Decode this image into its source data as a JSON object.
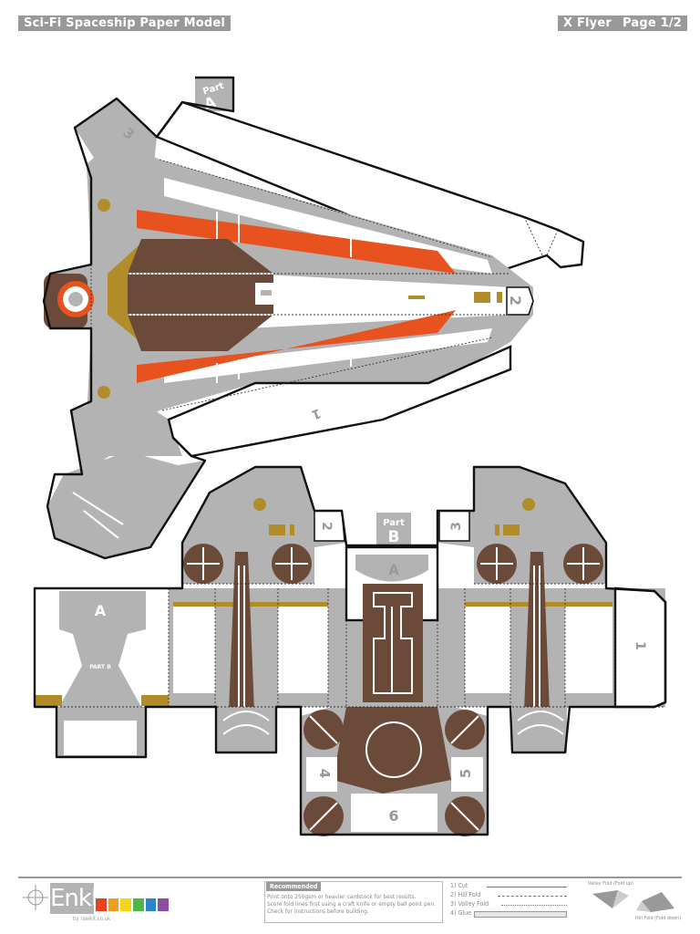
{
  "header": {
    "title": "Sci-Fi Spaceship Paper Model",
    "model": "X Flyer",
    "page": "Page 1/2"
  },
  "parts": {
    "part_a": {
      "tab_label": "Part",
      "tab_letter": "A"
    },
    "part_b": {
      "tab_label": "Part",
      "tab_letter": "B"
    },
    "numbers": [
      "1",
      "2",
      "3",
      "4",
      "5",
      "6"
    ],
    "letter_a": "A",
    "small_text": "PART B"
  },
  "footer": {
    "logo": "Enkl",
    "byline": "by rawkit.co.uk",
    "recommended_heading": "Recommended",
    "recommended_lines": [
      "Print onto 250gsm or heavier cardstock for best results.",
      "Score fold lines first using a craft knife or empty ball point pen.",
      "Check for instructions before building."
    ],
    "key": [
      {
        "label": "1) Cut",
        "style": "solid"
      },
      {
        "label": "2) Hill Fold",
        "style": "dashdot"
      },
      {
        "label": "3) Valley Fold",
        "style": "dashed"
      },
      {
        "label": "4) Glue",
        "style": "glue"
      }
    ],
    "valley_fold_label": "Valley Fold (Fold up)",
    "hill_fold_label": "Hill Fold (Fold down)"
  },
  "colors": {
    "grey": "#b3b3b3",
    "brown": "#6b4a3a",
    "orange": "#e8521e",
    "gold": "#b08d28",
    "header_grey": "#999999",
    "swatches": [
      "#e8421e",
      "#f29b1d",
      "#f5d31a",
      "#4fb848",
      "#2a86c8",
      "#8a4fa3"
    ]
  }
}
